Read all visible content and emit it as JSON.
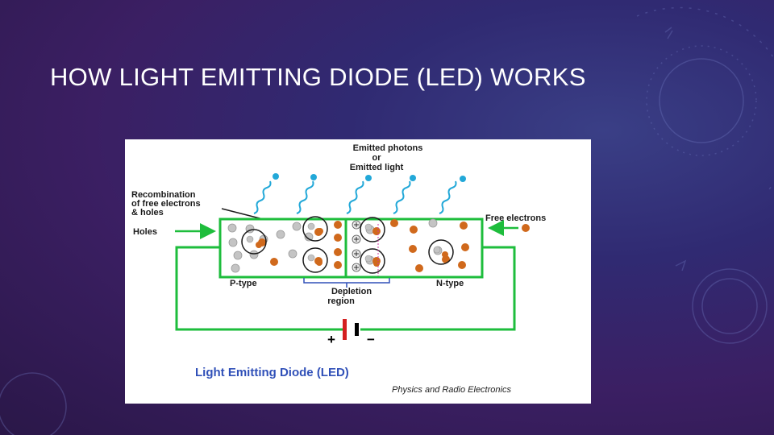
{
  "slide": {
    "title": "HOW LIGHT EMITTING DIODE (LED) WORKS"
  },
  "diagram": {
    "labels": {
      "photons_line1": "Emitted photons",
      "photons_line2": "or",
      "photons_line3": "Emitted light",
      "recomb_line1": "Recombination",
      "recomb_line2": "of free electrons",
      "recomb_line3": "& holes",
      "holes": "Holes",
      "free_electrons": "Free electrons",
      "p_type": "P-type",
      "n_type": "N-type",
      "depletion_line1": "Depletion",
      "depletion_line2": "region",
      "plus": "+",
      "minus": "−",
      "caption": "Light Emitting Diode (LED)",
      "credit": "Physics and Radio Electronics"
    },
    "colors": {
      "circuit_wire": "#1ebd3c",
      "battery_positive": "#d42020",
      "electron": "#d0691c",
      "hole": "#c4c4c4",
      "photon": "#22a8d8",
      "caption": "#3050b8"
    },
    "icons": [
      "photon-wave-icon",
      "electron-dot-icon",
      "hole-dot-icon",
      "battery-icon",
      "arrow-icon"
    ]
  }
}
